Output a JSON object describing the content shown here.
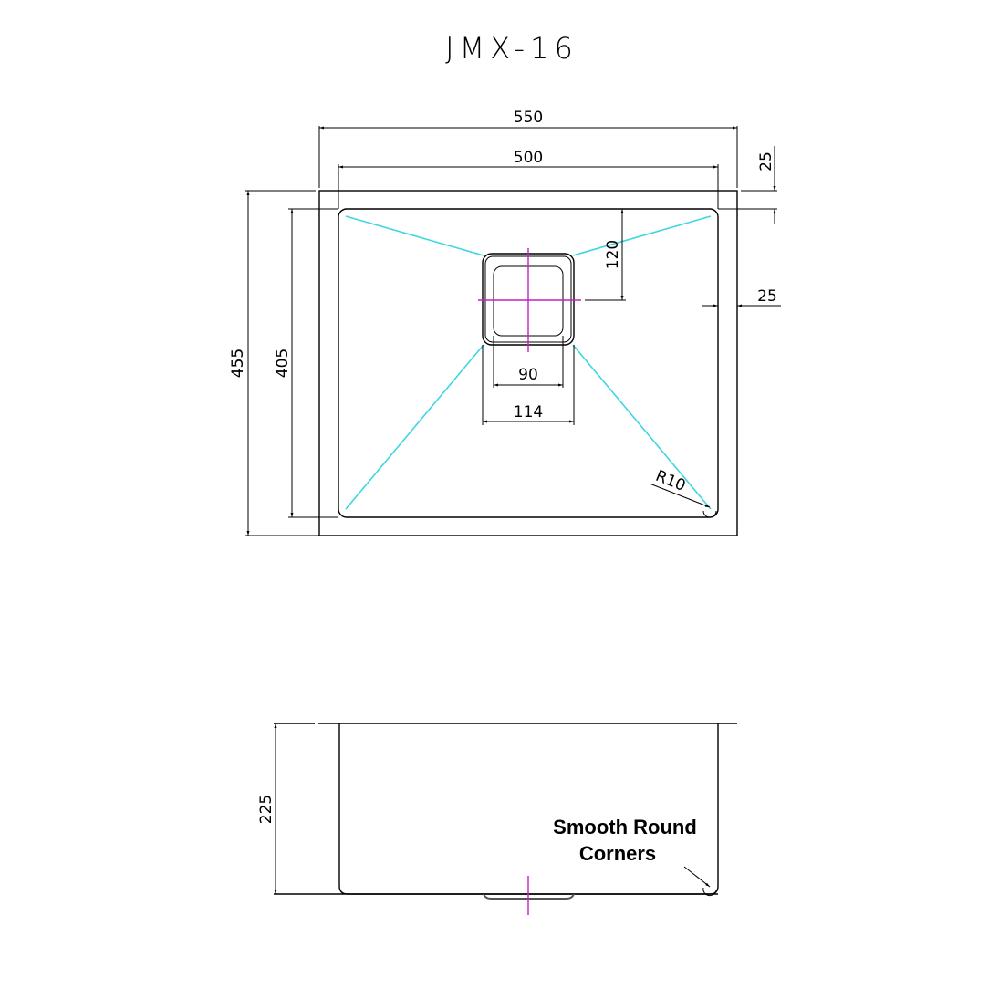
{
  "title": "JMX-16",
  "colors": {
    "outline": "#000000",
    "drain_guides": "#3fd6e0",
    "centerline": "#c020c8",
    "background": "#ffffff"
  },
  "top_view": {
    "dimensions": {
      "overall_width": "550",
      "bowl_width": "500",
      "rim_top": "25",
      "overall_depth": "455",
      "bowl_depth": "405",
      "drain_offset_from_back": "120",
      "rim_side": "25",
      "drain_inner": "90",
      "drain_outer": "114",
      "corner_radius": "R10"
    }
  },
  "side_view": {
    "dimensions": {
      "height": "225"
    },
    "note_line1": "Smooth Round",
    "note_line2": "Corners"
  }
}
